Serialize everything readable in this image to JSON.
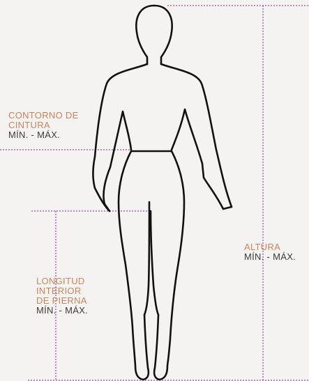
{
  "colors": {
    "background": "#f5f2f2",
    "label_accent": "#c8855a",
    "range_text": "#3b3b3b",
    "guide_line": "#a14ba0",
    "figure_stroke": "#111111"
  },
  "labels": {
    "waist": {
      "line1": "CONTORNO DE",
      "line2": "CINTURA",
      "range": "MÍN. - MÁX."
    },
    "inseam": {
      "line1": "LONGITUD",
      "line2": "INTERIOR",
      "line3": "DE PIERNA",
      "range": "MÍN. - MÁX."
    },
    "height": {
      "line1": "ALTURA",
      "range": "MÍN. - MÁX."
    }
  }
}
